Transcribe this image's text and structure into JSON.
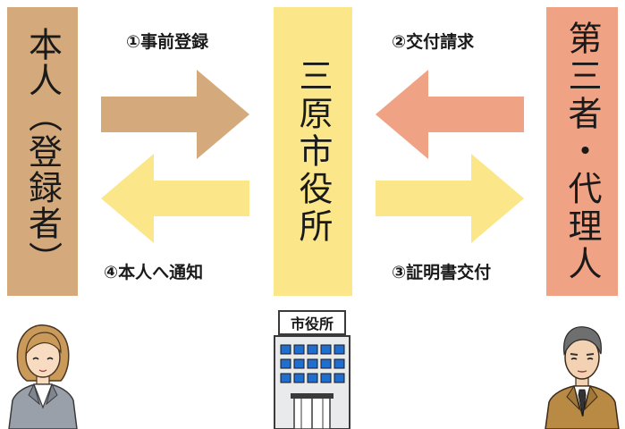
{
  "columns": {
    "left": {
      "label": "本人（登録者）",
      "color": "#d4aa7d"
    },
    "middle": {
      "label": "三原市役所",
      "color": "#fbe68a"
    },
    "right": {
      "label": "第三者・代理人",
      "color": "#f0a284"
    }
  },
  "steps": {
    "step1": "①事前登録",
    "step2": "②交付請求",
    "step3": "③証明書交付",
    "step4": "④本人へ通知"
  },
  "arrow_colors": {
    "step1": "#d4aa7d",
    "step2": "#f0a284",
    "step3": "#fbe68a",
    "step4": "#fbe68a"
  },
  "building_sign": "市役所"
}
